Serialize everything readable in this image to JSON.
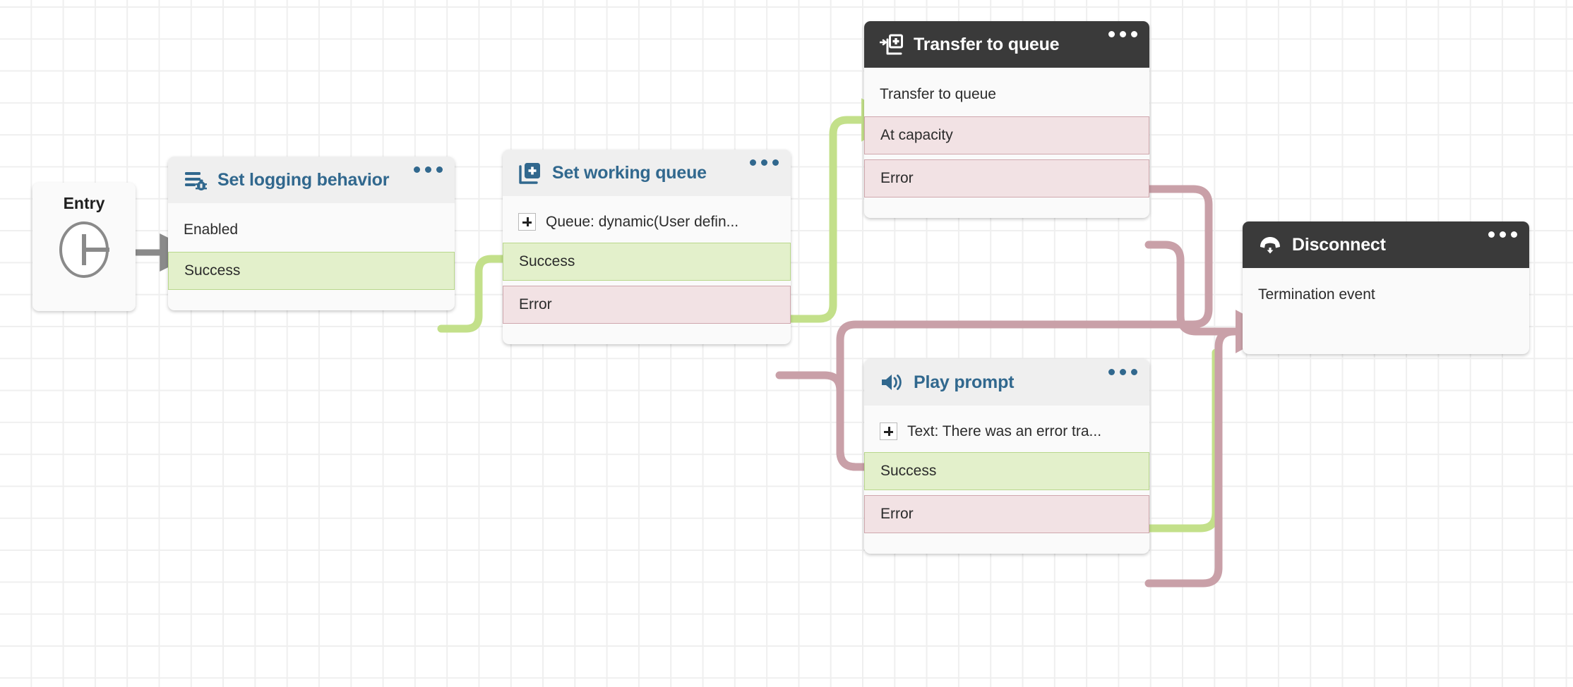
{
  "canvas": {
    "background_color": "#ffffff",
    "grid_color": "#efefef"
  },
  "colors": {
    "node_header": "#efefef",
    "node_header_dark": "#3a3a3a",
    "title_blue": "#31688e",
    "success_fill": "#e3f0cb",
    "success_border": "#b9d88c",
    "error_fill": "#f2e2e4",
    "error_border": "#cfa7ad",
    "wire_success": "#c3e08a",
    "wire_error": "#c9a0a8",
    "wire_entry": "#8a8a8a"
  },
  "entry": {
    "label": "Entry",
    "icon": "entry-circle-icon"
  },
  "nodes": [
    {
      "id": "set-logging-behavior",
      "title": "Set logging behavior",
      "icon": "log-bug-icon",
      "header_style": "light",
      "menu": "more-options-icon",
      "rows": [
        {
          "type": "plain",
          "label": "Enabled"
        }
      ],
      "ports": [
        {
          "type": "success",
          "label": "Success"
        }
      ]
    },
    {
      "id": "set-working-queue",
      "title": "Set working queue",
      "icon": "queue-add-icon",
      "header_style": "light",
      "menu": "more-options-icon",
      "rows": [
        {
          "type": "param",
          "label": "Queue: dynamic(User defin...",
          "control": "expand-plus-icon"
        }
      ],
      "ports": [
        {
          "type": "success",
          "label": "Success"
        },
        {
          "type": "error",
          "label": "Error"
        }
      ]
    },
    {
      "id": "transfer-to-queue",
      "title": "Transfer to queue",
      "icon": "transfer-queue-icon",
      "header_style": "dark",
      "menu": "more-options-icon",
      "rows": [
        {
          "type": "plain",
          "label": "Transfer to queue"
        }
      ],
      "ports": [
        {
          "type": "error",
          "label": "At capacity"
        },
        {
          "type": "error",
          "label": "Error"
        }
      ]
    },
    {
      "id": "play-prompt",
      "title": "Play prompt",
      "icon": "speaker-icon",
      "header_style": "light",
      "menu": "more-options-icon",
      "rows": [
        {
          "type": "param",
          "label": "Text: There was an error tra...",
          "control": "expand-plus-icon"
        }
      ],
      "ports": [
        {
          "type": "success",
          "label": "Success"
        },
        {
          "type": "error",
          "label": "Error"
        }
      ]
    },
    {
      "id": "disconnect",
      "title": "Disconnect",
      "icon": "phone-hangup-icon",
      "header_style": "dark",
      "menu": "more-options-icon",
      "rows": [
        {
          "type": "plain",
          "label": "Termination event"
        }
      ],
      "ports": []
    }
  ],
  "connections": [
    {
      "from": "entry",
      "to": "set-logging-behavior",
      "color": "#8a8a8a"
    },
    {
      "from": "set-logging-behavior.Success",
      "to": "set-working-queue",
      "color": "#c3e08a"
    },
    {
      "from": "set-working-queue.Success",
      "to": "transfer-to-queue",
      "color": "#c3e08a"
    },
    {
      "from": "set-working-queue.Error",
      "to": "play-prompt",
      "color": "#c9a0a8"
    },
    {
      "from": "transfer-to-queue.At capacity",
      "to": "play-prompt",
      "color": "#c9a0a8"
    },
    {
      "from": "transfer-to-queue.Error",
      "to": "disconnect",
      "color": "#c9a0a8"
    },
    {
      "from": "play-prompt.Success",
      "to": "disconnect",
      "color": "#c3e08a"
    },
    {
      "from": "play-prompt.Error",
      "to": "disconnect",
      "color": "#c9a0a8"
    }
  ]
}
